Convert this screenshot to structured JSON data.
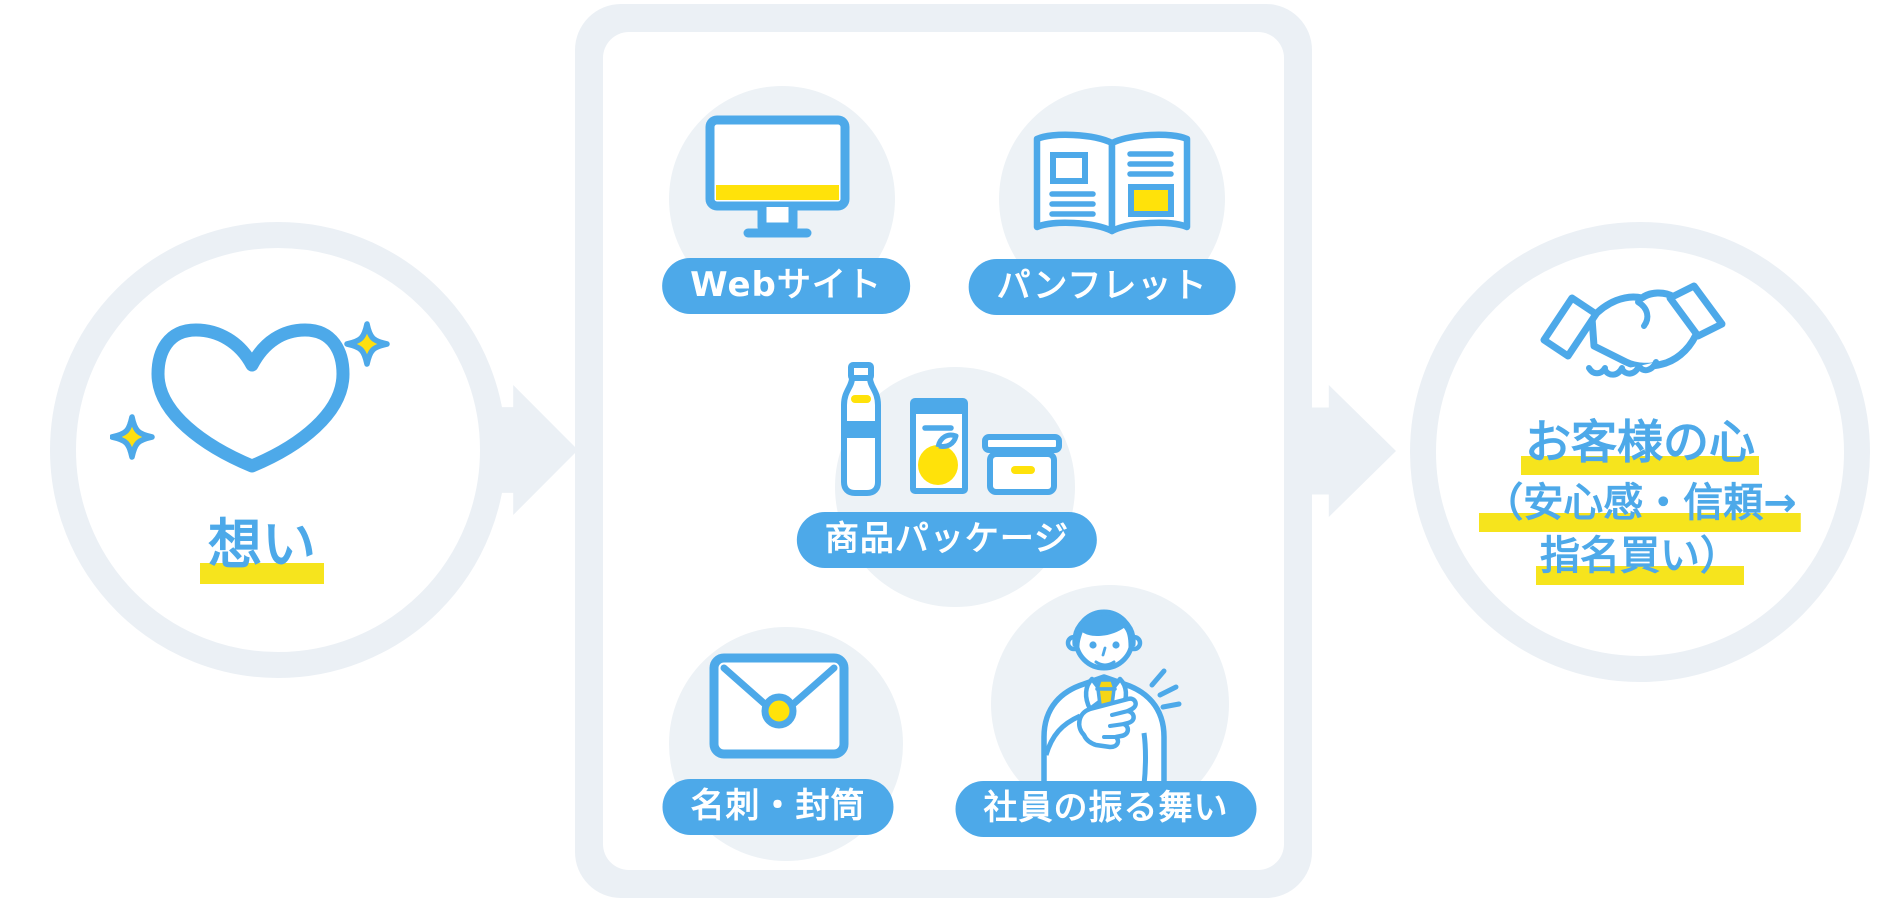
{
  "diagram": {
    "title_implied": "brand touchpoints flow",
    "source": {
      "label": "想い",
      "icon": "heart-sparkles"
    },
    "touchpoints": [
      {
        "label": "Webサイト",
        "icon": "monitor"
      },
      {
        "label": "パンフレット",
        "icon": "open-book"
      },
      {
        "label": "商品パッケージ",
        "icon": "bottle-pouch-jar"
      },
      {
        "label": "名刺・封筒",
        "icon": "envelope"
      },
      {
        "label": "社員の振る舞い",
        "icon": "employee-person"
      }
    ],
    "result": {
      "title": "お客様の心",
      "subtitle_line1": "（安心感・信頼→",
      "subtitle_line2": "指名買い）",
      "icon": "handshake"
    },
    "colors": {
      "blue": "#4DA9E9",
      "light_gray_blue": "#EBF0F5",
      "icon_background": "#EDF2F6",
      "yellow": "#FFE20A",
      "highlight_yellow": "#F6E41D",
      "background": "#FFFFFF"
    }
  }
}
